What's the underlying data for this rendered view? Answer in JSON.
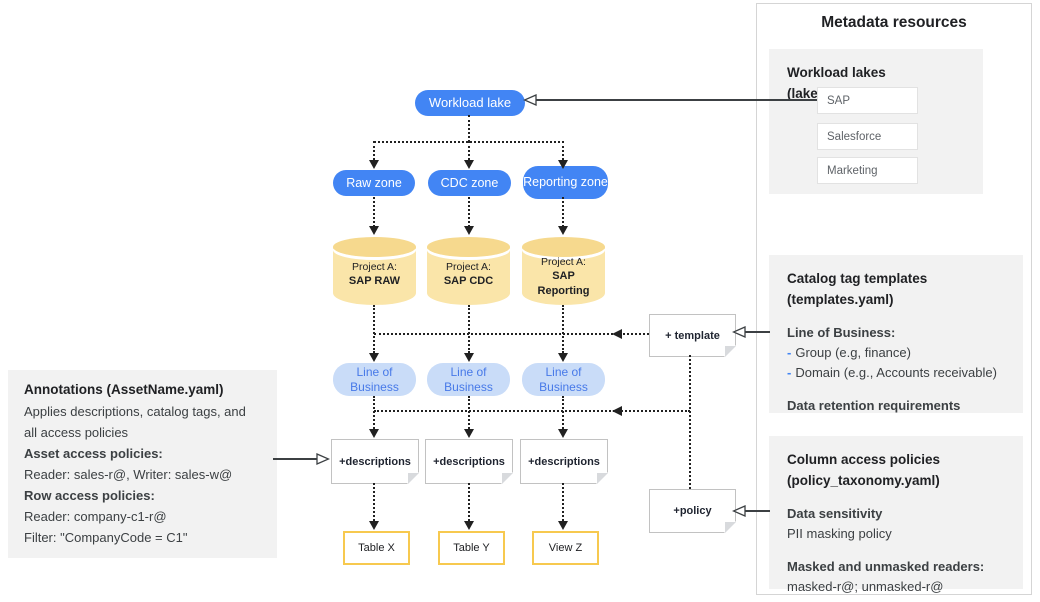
{
  "palette": {
    "accent_blue": "#4285F4",
    "light_blue_fill": "#C9DCF8",
    "cylinder_body": "#FAE5A9",
    "cylinder_top": "#F6D98E",
    "table_border": "#F7C94F",
    "panel_gray": "#F2F2F2",
    "line_color": "#212121"
  },
  "diagram": {
    "workload_lake": "Workload lake",
    "zones": [
      "Raw zone",
      "CDC zone",
      "Reporting zone"
    ],
    "projects": [
      {
        "prefix": "Project A:",
        "name": "SAP RAW"
      },
      {
        "prefix": "Project A:",
        "name": "SAP CDC"
      },
      {
        "prefix": "Project A:",
        "name": "SAP Reporting"
      }
    ],
    "lob_label": "Line of Business",
    "descriptions_label": "+descriptions",
    "template_note": "+ template",
    "policy_note": "+policy",
    "tables": [
      "Table X",
      "Table Y",
      "View Z"
    ]
  },
  "annotations_panel": {
    "title": "Annotations (AssetName.yaml)",
    "body": "Applies descriptions, catalog tags, and all access policies",
    "asset_heading": "Asset access policies:",
    "asset_body": "Reader: sales-r@, Writer: sales-w@",
    "row_heading": "Row access policies:",
    "row_body": "Reader: company-c1-r@",
    "filter": "Filter: \"CompanyCode = C1\""
  },
  "metadata_panel": {
    "title": "Metadata resources",
    "workload_lakes": {
      "heading": "Workload lakes (lakes*.yaml)",
      "items": [
        "SAP",
        "Salesforce",
        "Marketing"
      ]
    },
    "catalog": {
      "heading_line1": "Catalog tag templates",
      "heading_line2": "(templates.yaml)",
      "lob_heading": "Line of Business:",
      "bullet_dash": "-",
      "bullets": [
        "Group (e.g, finance)",
        "Domain (e.g., Accounts receivable)"
      ],
      "retention": "Data retention requirements"
    },
    "column_policies": {
      "heading_line1": "Column access policies",
      "heading_line2": "(policy_taxonomy.yaml)",
      "sensitivity_heading": "Data sensitivity",
      "sensitivity_body": "PII masking policy",
      "readers_heading": "Masked and unmasked readers:",
      "readers_body": "masked-r@; unmasked-r@"
    }
  }
}
